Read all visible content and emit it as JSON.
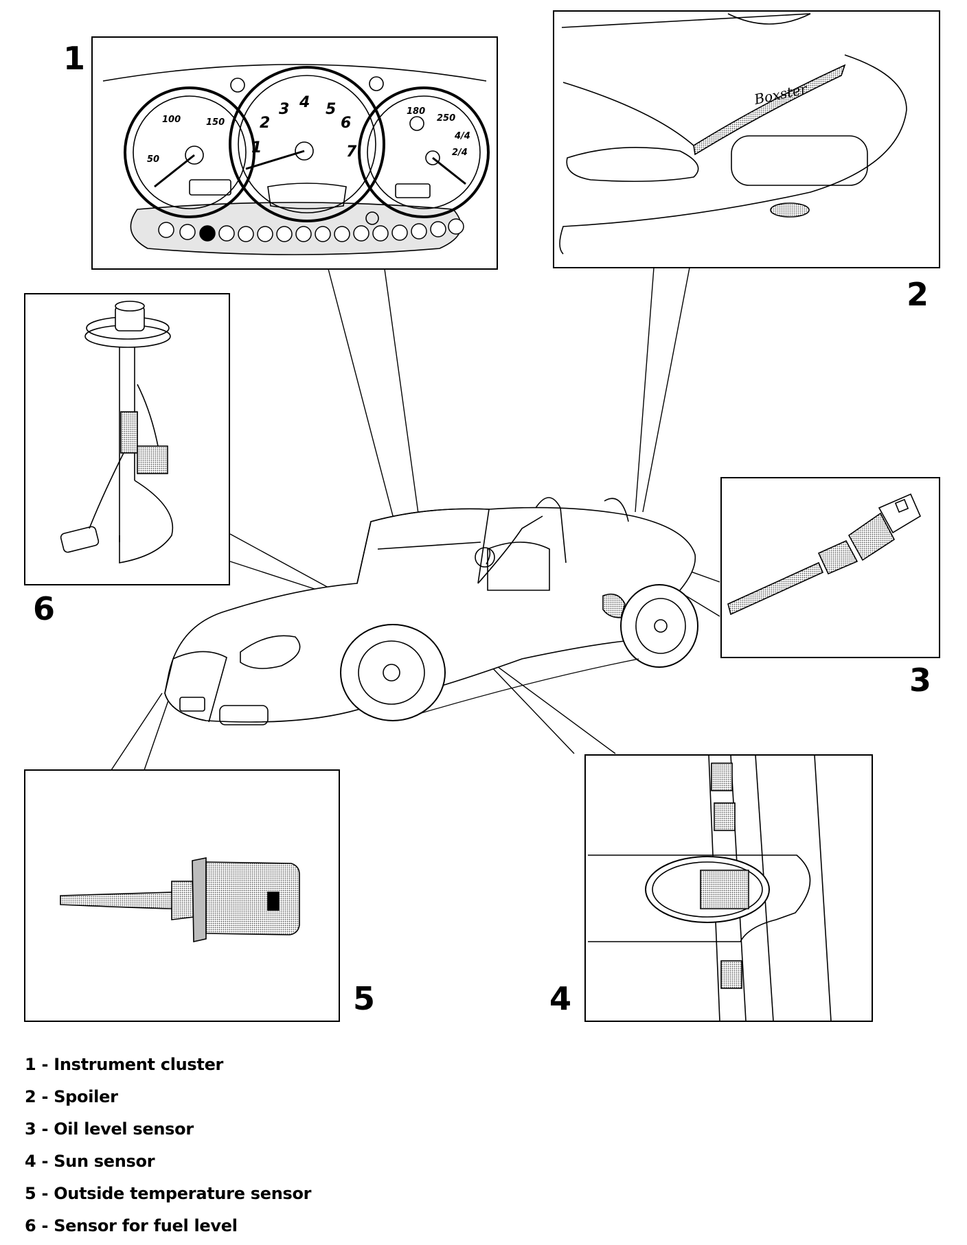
{
  "callouts": [
    {
      "number": "1",
      "label": "Instrument cluster"
    },
    {
      "number": "2",
      "label": "Spoiler"
    },
    {
      "number": "3",
      "label": "Oil level sensor"
    },
    {
      "number": "4",
      "label": "Sun sensor"
    },
    {
      "number": "5",
      "label": "Outside temperature sensor"
    },
    {
      "number": "6",
      "label": "Sensor for fuel level"
    }
  ],
  "legend_separator": " - ",
  "cluster": {
    "speedo_ticks": [
      "50",
      "100",
      "150"
    ],
    "tacho_ticks": [
      "1",
      "2",
      "3",
      "4",
      "5",
      "6",
      "7"
    ],
    "right_gauge_ticks": [
      "180",
      "250",
      "4/4",
      "2/4"
    ]
  },
  "spoiler_badge": "Boxster",
  "colors": {
    "line": "#000000",
    "shade": "#9a9a9a",
    "paper": "#ffffff"
  }
}
